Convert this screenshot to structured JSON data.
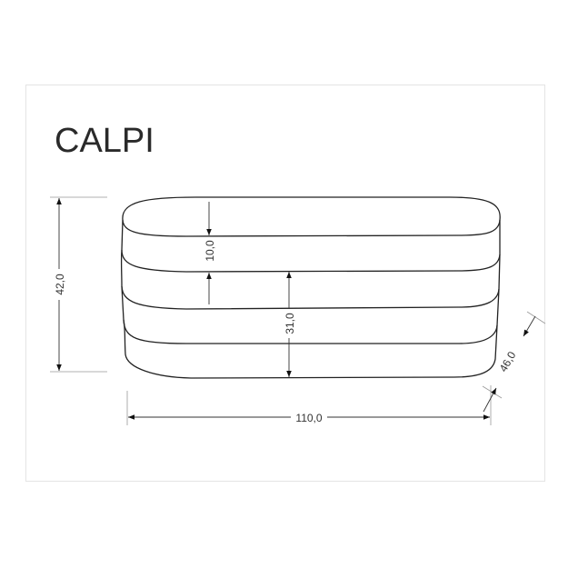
{
  "title": "CALPI",
  "dimensions": {
    "height_total": "42,0",
    "top_cushion": "10,0",
    "lower_height": "31,0",
    "width": "110,0",
    "depth": "46,0"
  }
}
